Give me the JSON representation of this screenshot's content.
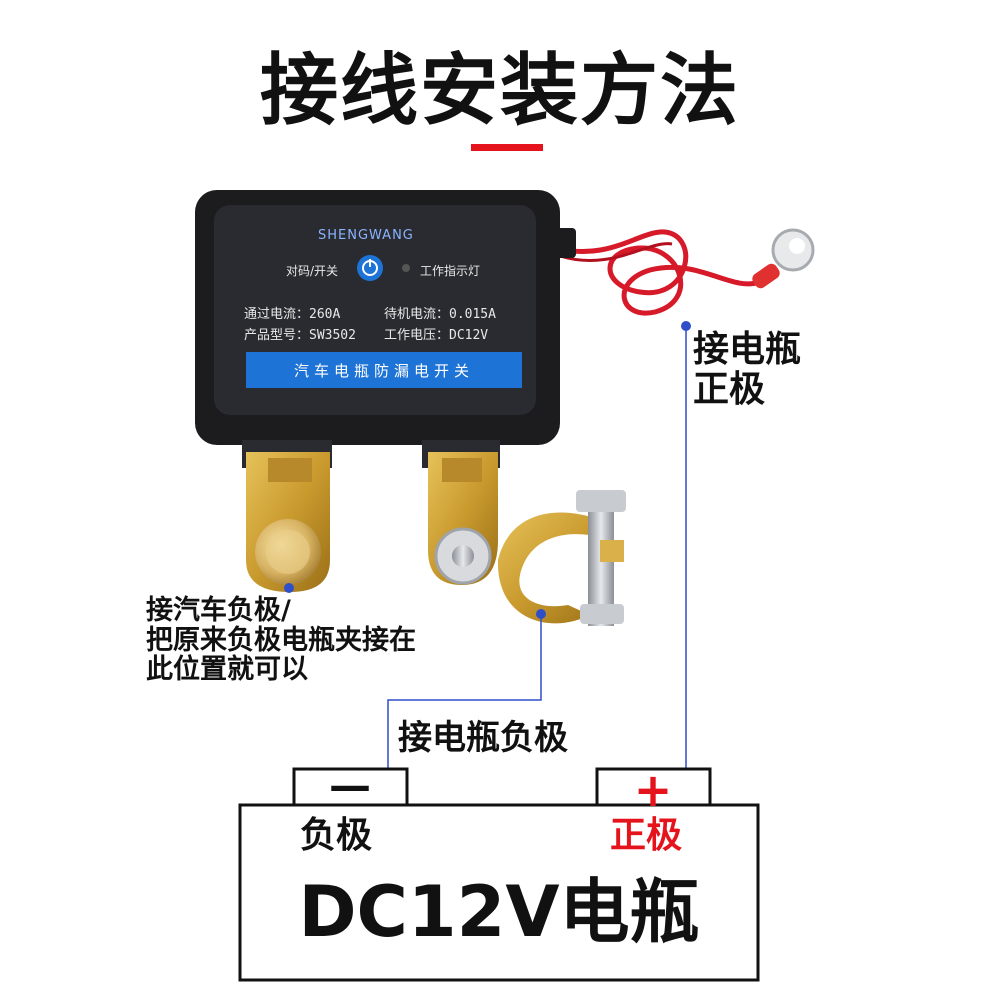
{
  "title": "接线安装方法",
  "device": {
    "brand": "SHENGWANG",
    "code_switch_label": "对码/开关",
    "indicator_label": "工作指示灯",
    "current_rating": "通过电流：260A",
    "standby_current": "待机电流：0.015A",
    "model": "产品型号：SW3502",
    "voltage": "工作电压：DC12V",
    "product_name": "汽车电瓶防漏电开关"
  },
  "labels": {
    "positive_wire": [
      "接电瓶",
      "正极"
    ],
    "negative_clamp": [
      "接汽车负极/",
      "把原来负极电瓶夹接在",
      "此位置就可以"
    ],
    "negative_battery": "接电瓶负极",
    "negative_terminal": "负极",
    "positive_terminal": "正极",
    "battery": "DC12V电瓶"
  },
  "symbols": {
    "minus": "—",
    "plus": "+"
  },
  "colors": {
    "accent_red": "#e5141c",
    "wire_blue": "#2f4fc9",
    "device_body": "#1c1c1f",
    "product_bar": "#1e73d6",
    "brass": "#c99a2e"
  }
}
